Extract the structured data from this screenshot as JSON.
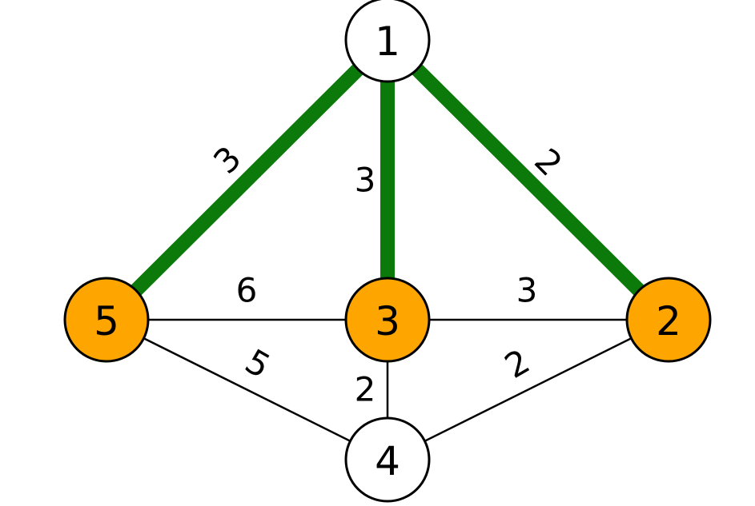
{
  "colors": {
    "tree_edge": "#0b7a0b",
    "edge": "#000000",
    "node_highlight": "#ffa500",
    "node_default": "#ffffff",
    "node_stroke": "#000000"
  },
  "nodes": [
    {
      "id": "1",
      "label": "1",
      "highlighted": false
    },
    {
      "id": "5",
      "label": "5",
      "highlighted": true
    },
    {
      "id": "3",
      "label": "3",
      "highlighted": true
    },
    {
      "id": "2",
      "label": "2",
      "highlighted": true
    },
    {
      "id": "4",
      "label": "4",
      "highlighted": false
    }
  ],
  "edges": [
    {
      "id": "1-5",
      "from": "1",
      "to": "5",
      "weight": "3",
      "in_tree": true
    },
    {
      "id": "1-3",
      "from": "1",
      "to": "3",
      "weight": "3",
      "in_tree": true
    },
    {
      "id": "1-2",
      "from": "1",
      "to": "2",
      "weight": "2",
      "in_tree": true
    },
    {
      "id": "5-3",
      "from": "5",
      "to": "3",
      "weight": "6",
      "in_tree": false
    },
    {
      "id": "3-2",
      "from": "3",
      "to": "2",
      "weight": "3",
      "in_tree": false
    },
    {
      "id": "5-4",
      "from": "5",
      "to": "4",
      "weight": "5",
      "in_tree": false
    },
    {
      "id": "3-4",
      "from": "3",
      "to": "4",
      "weight": "2",
      "in_tree": false
    },
    {
      "id": "2-4",
      "from": "2",
      "to": "4",
      "weight": "2",
      "in_tree": false
    }
  ]
}
